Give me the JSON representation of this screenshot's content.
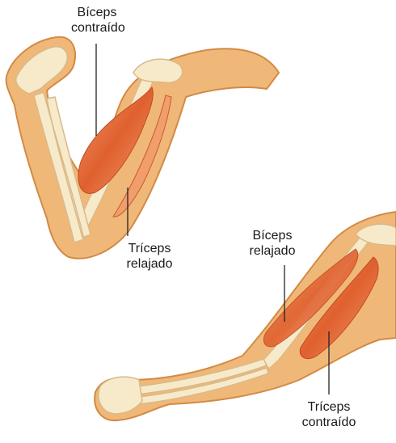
{
  "labels": {
    "top_biceps": {
      "line1": "Bíceps",
      "line2": "contraído"
    },
    "top_triceps": {
      "line1": "Tríceps",
      "line2": "relajado"
    },
    "bottom_biceps": {
      "line1": "Bíceps",
      "line2": "relajado"
    },
    "bottom_triceps": {
      "line1": "Tríceps",
      "line2": "contraído"
    }
  },
  "colors": {
    "skin": "#f0b878",
    "skin_edge": "#d28a45",
    "bone": "#f7eaca",
    "bone_edge": "#d9b989",
    "muscle": "#e0602f",
    "muscle_light": "#f29a6a",
    "leader_line": "#222222"
  }
}
